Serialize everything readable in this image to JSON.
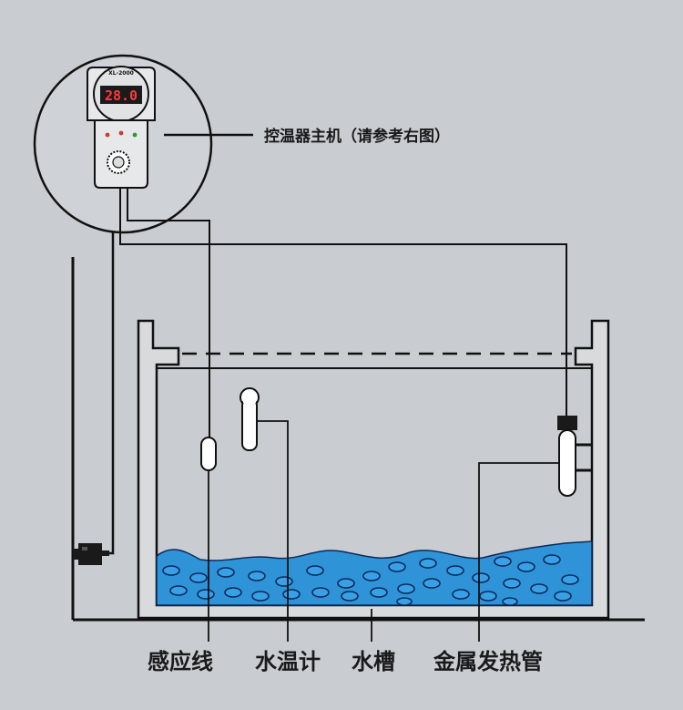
{
  "controller": {
    "display": "28.0",
    "model": "XL-2000",
    "callout": "控温器主机（请参考右图）"
  },
  "labels": {
    "sensor": "感应线",
    "thermometer": "水温计",
    "tank": "水槽",
    "heater": "金属发热管"
  },
  "colors": {
    "background": "#c9ccd0",
    "water": "#2f93d8",
    "water_bubble": "#2f93d8",
    "bubble_stroke": "#0a2a5a",
    "tank_wall": "#d8dadc",
    "line": "#111111",
    "lcd_text": "#ff3a3a"
  }
}
